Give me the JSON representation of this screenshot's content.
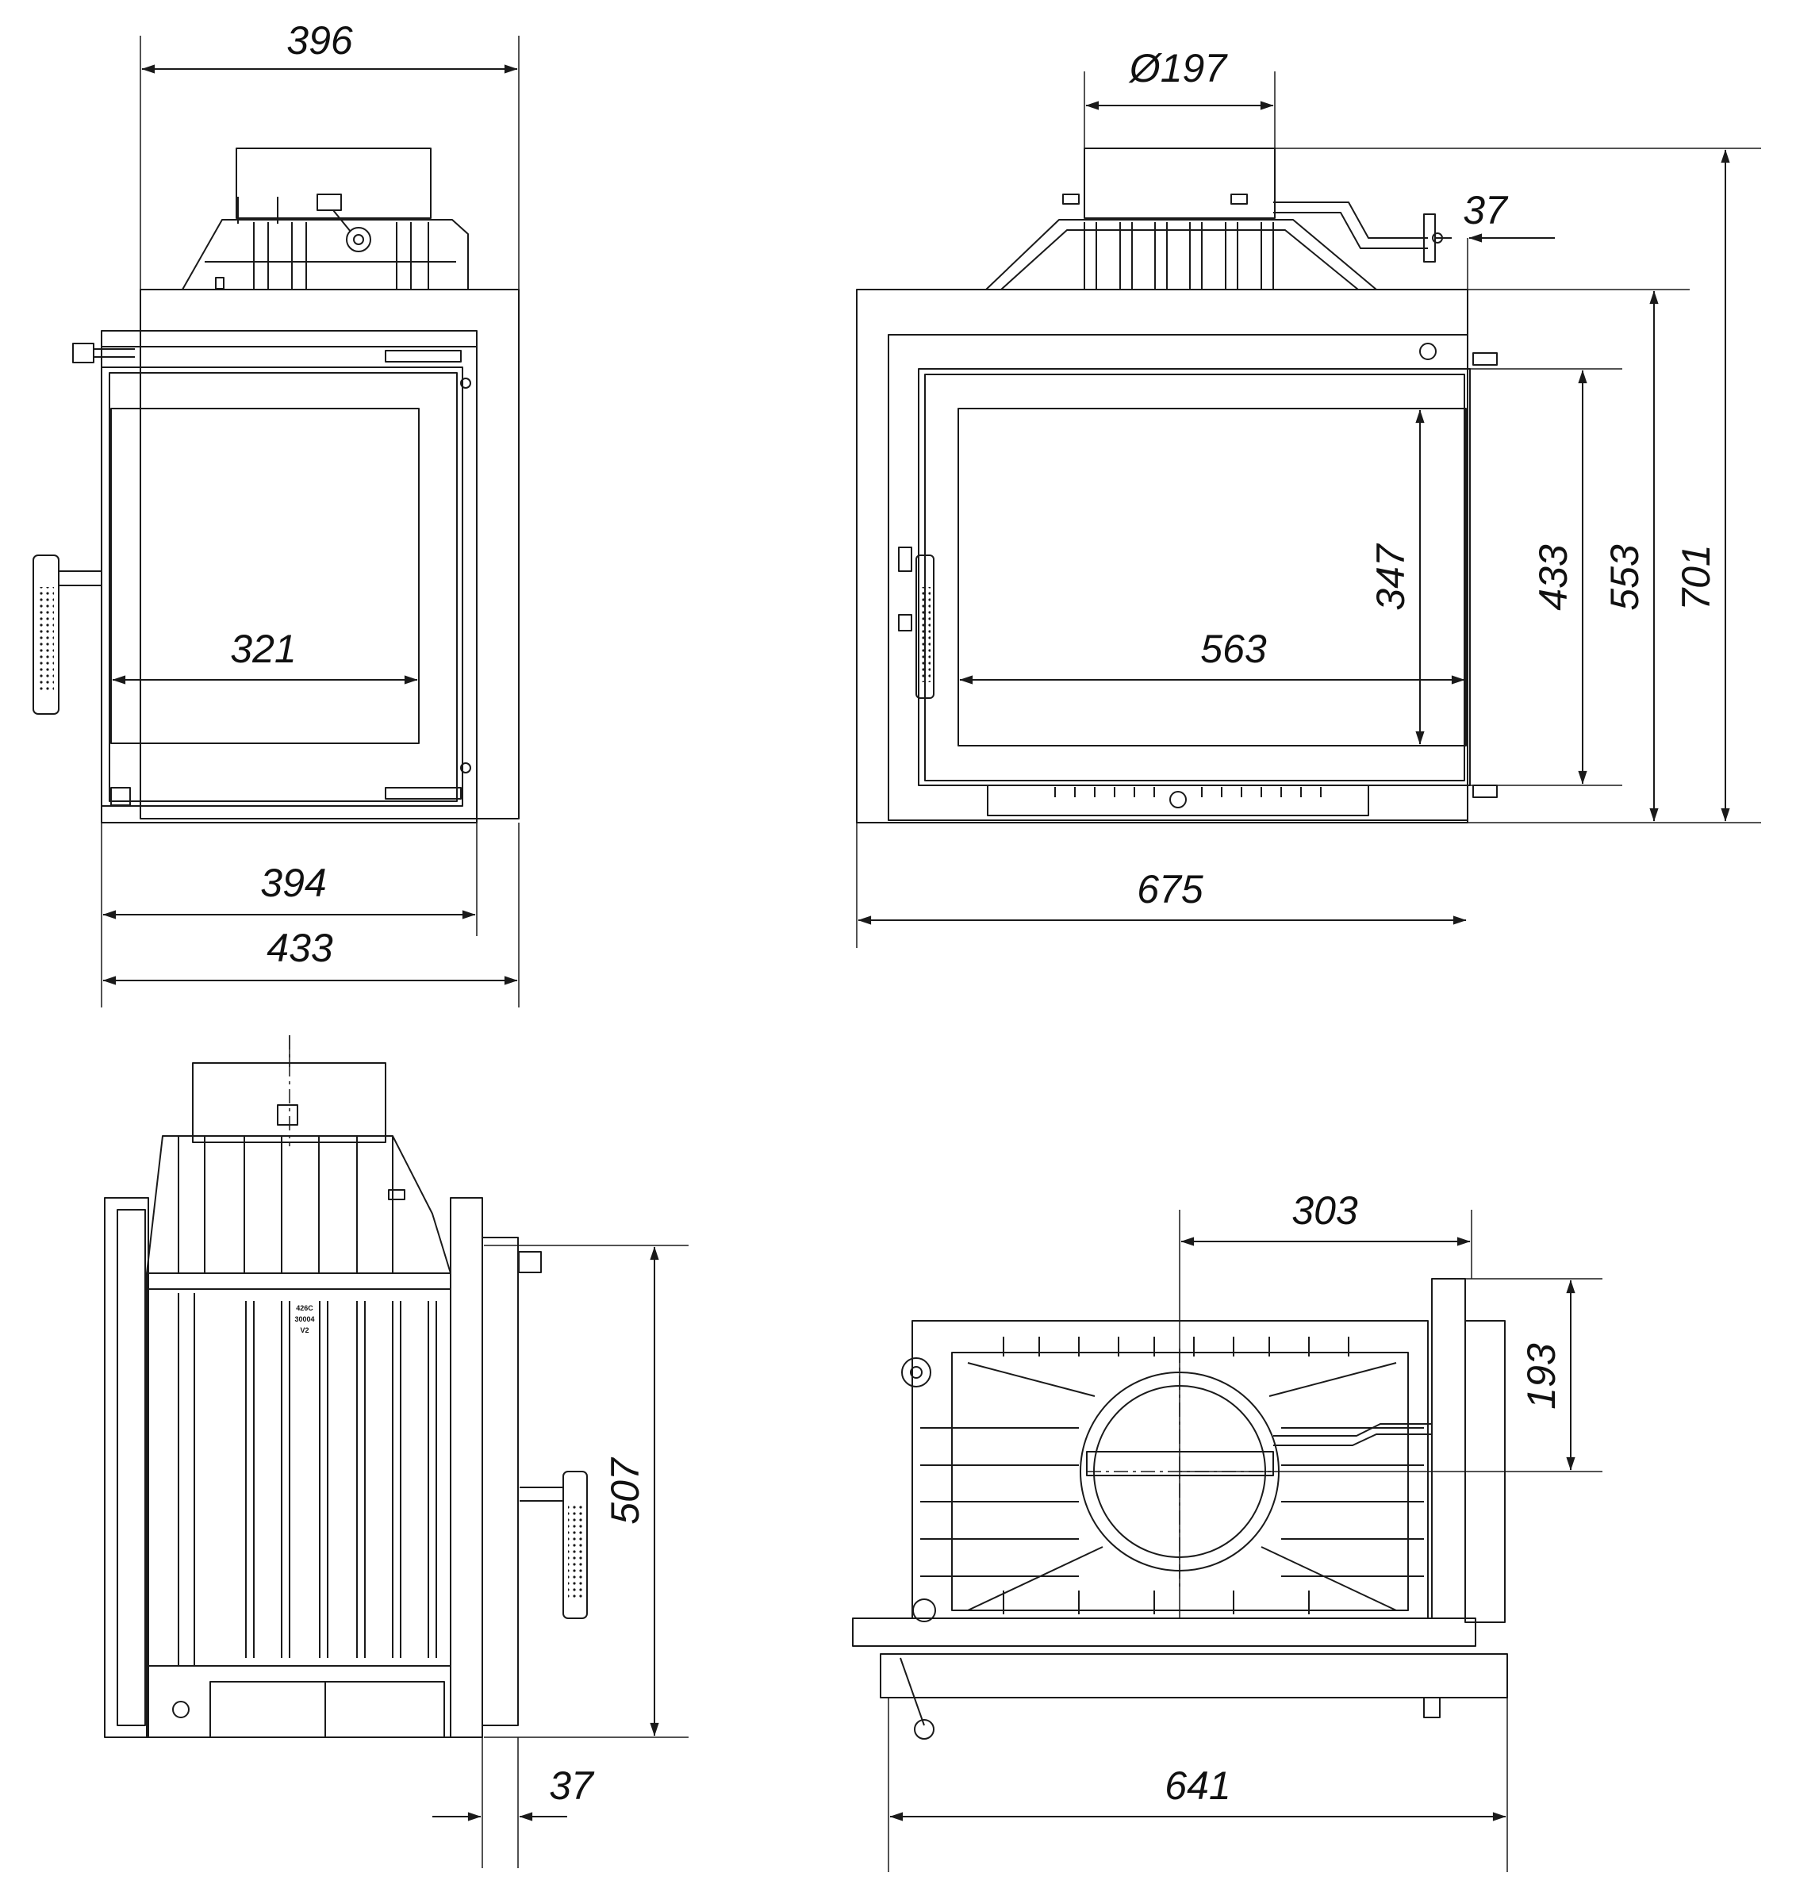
{
  "colors": {
    "line": "#1a1a1a",
    "background": "#ffffff"
  },
  "views": {
    "front": {
      "width_top": "396",
      "glass_width": "321",
      "door_width": "394",
      "body_width": "433"
    },
    "side": {
      "flue_diameter": "Ø197",
      "flue_offset": "37",
      "glass_height": "347",
      "door_height": "433",
      "body_height": "553",
      "total_height": "701",
      "glass_width": "563",
      "body_width": "675"
    },
    "rear": {
      "frame_depth": "37",
      "body_height": "507",
      "plate_line1": "426C",
      "plate_line2": "30004",
      "plate_line3": "V2"
    },
    "top": {
      "flue_center_offset": "303",
      "flue_center_depth": "193",
      "body_width": "641"
    }
  }
}
